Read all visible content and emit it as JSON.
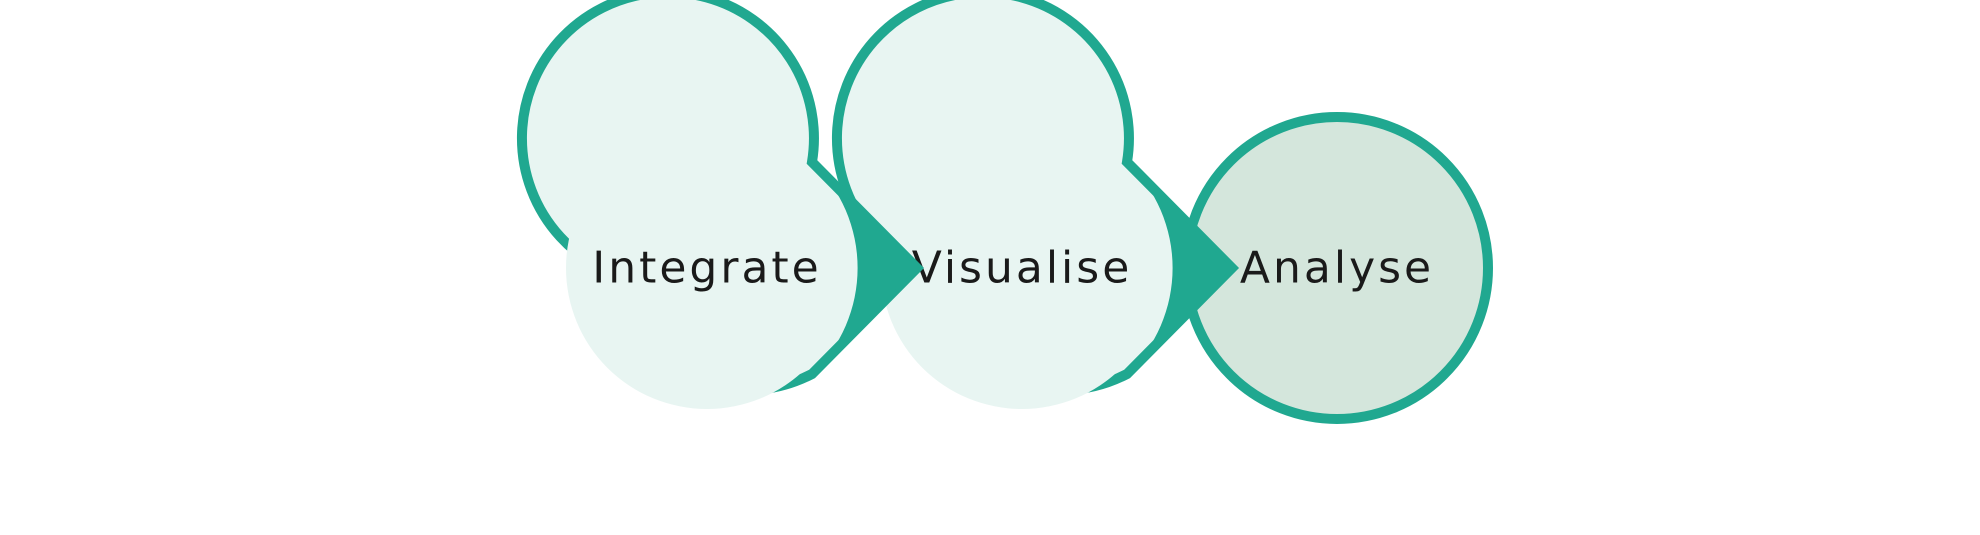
{
  "diagram": {
    "steps": [
      {
        "label": "Integrate",
        "color": "#e8f5f2"
      },
      {
        "label": "Visualise",
        "color": "#e8f5f2"
      },
      {
        "label": "Analyse",
        "color": "#d4e6dc"
      }
    ],
    "colors": {
      "accent": "#20a890",
      "ring": "#20a890",
      "background": "#ffffff",
      "text": "#1a1a1a"
    }
  }
}
